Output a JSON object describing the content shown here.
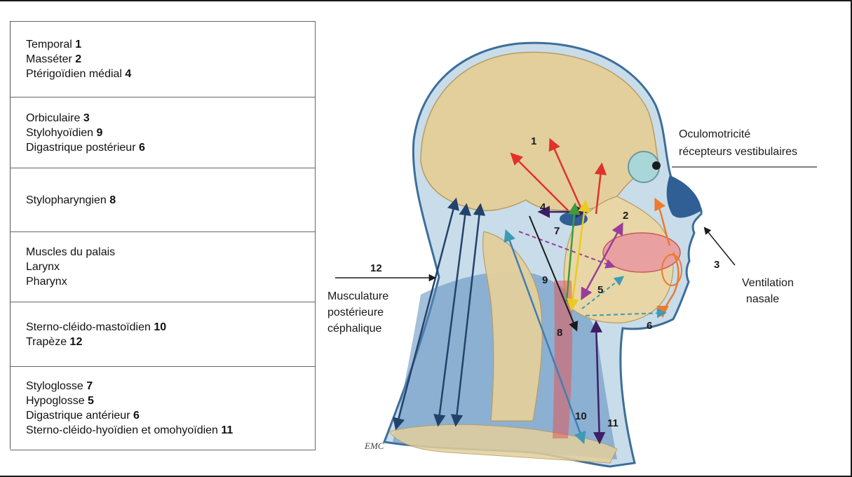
{
  "table": {
    "groups": [
      {
        "lines": [
          {
            "text": "Temporal ",
            "num": "1"
          },
          {
            "text": "Masséter ",
            "num": "2"
          },
          {
            "text": "Ptérigoïdien médial ",
            "num": "4"
          }
        ]
      },
      {
        "lines": [
          {
            "text": "Orbiculaire ",
            "num": "3"
          },
          {
            "text": "Stylohyoïdien ",
            "num": "9"
          },
          {
            "text": "Digastrique postérieur ",
            "num": "6"
          }
        ]
      },
      {
        "lines": [
          {
            "text": "Stylopharyngien ",
            "num": "8"
          }
        ]
      },
      {
        "lines": [
          {
            "text": "Muscles du palais",
            "num": ""
          },
          {
            "text": "Larynx",
            "num": ""
          },
          {
            "text": "Pharynx",
            "num": ""
          }
        ]
      },
      {
        "lines": [
          {
            "text": "Sterno-cléido-mastoïdien ",
            "num": "10"
          },
          {
            "text": "Trapèze ",
            "num": "12"
          }
        ]
      },
      {
        "lines": [
          {
            "text": "Styloglosse ",
            "num": "7"
          },
          {
            "text": "Hypoglosse ",
            "num": "5"
          },
          {
            "text": "Digastrique antérieur ",
            "num": "6"
          },
          {
            "text": "Sterno-cléido-hyoïdien et omohyoïdien ",
            "num": "11"
          }
        ]
      }
    ]
  },
  "labels": {
    "oculo_line1": "Oculomotricité",
    "oculo_line2": "récepteurs vestibulaires",
    "ventilation_line1": "Ventilation",
    "ventilation_line2": "nasale",
    "posterior_number": "12",
    "posterior_line1": "Musculature",
    "posterior_line2": "postérieure",
    "posterior_line3": "céphalique",
    "signature": "EMC"
  },
  "markers": [
    "1",
    "2",
    "3",
    "4",
    "5",
    "6",
    "7",
    "8",
    "9",
    "10",
    "11"
  ],
  "colors": {
    "skin": "#c9dcea",
    "skin_outline": "#3d6e9a",
    "neck_blue": "#4f83b3",
    "bone": "#e3cf9c",
    "bone_dark": "#b89c5c",
    "red": "#e0322b",
    "orange": "#ee7a2a",
    "purple": "#9a3d9a",
    "dark_purple": "#3e1f63",
    "green": "#3e9a3a",
    "yellow": "#f2dc2e",
    "teal": "#3e9ab5",
    "navy": "#23426b"
  }
}
